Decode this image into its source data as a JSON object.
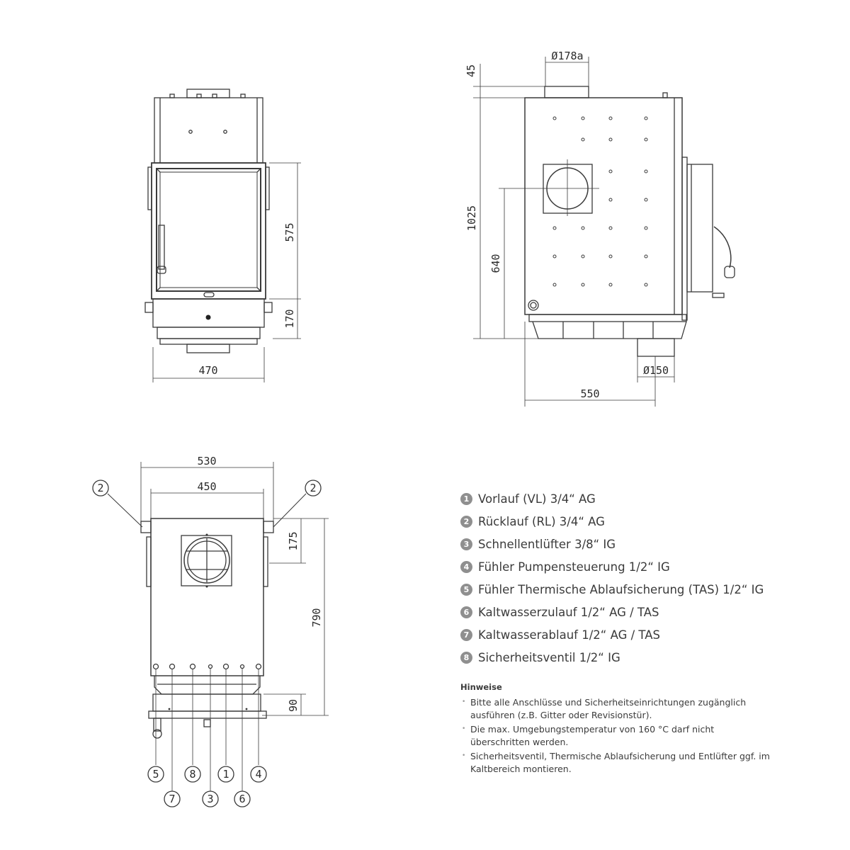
{
  "front_view": {
    "width_label": "470",
    "door_height_label": "575",
    "base_height_label": "170"
  },
  "side_view": {
    "flue_top_label": "Ø178a",
    "top_offset_label": "45",
    "total_height_label": "1025",
    "convection_height_label": "640",
    "flue_bottom_label": "Ø150",
    "depth_label": "550"
  },
  "bottom_view": {
    "outer_width_label": "530",
    "inner_width_label": "450",
    "pipe_offset_label": "175",
    "depth_label": "790",
    "base_depth_label": "90",
    "callouts": [
      "2",
      "2",
      "5",
      "7",
      "8",
      "3",
      "1",
      "6",
      "4"
    ]
  },
  "legend": [
    {
      "num": "1",
      "text": "Vorlauf (VL) 3/4“ AG"
    },
    {
      "num": "2",
      "text": "Rücklauf (RL) 3/4“ AG"
    },
    {
      "num": "3",
      "text": "Schnellentlüfter 3/8“ IG"
    },
    {
      "num": "4",
      "text": "Fühler Pumpensteuerung 1/2“ IG"
    },
    {
      "num": "5",
      "text": "Fühler Thermische Ablaufsicherung (TAS) 1/2“ IG"
    },
    {
      "num": "6",
      "text": "Kaltwasserzulauf 1/2“ AG / TAS"
    },
    {
      "num": "7",
      "text": "Kaltwasserablauf 1/2“ AG / TAS"
    },
    {
      "num": "8",
      "text": "Sicherheitsventil 1/2“ IG"
    }
  ],
  "notes": {
    "title": "Hinweise",
    "items": [
      "Bitte alle Anschlüsse und Sicherheitseinrichtungen zugänglich ausführen (z.B. Gitter oder Revisionstür).",
      "Die max. Umgebungstemperatur von 160 °C darf nicht überschritten werden.",
      "Sicherheitsventil, Thermische Ablaufsicherung und Entlüfter ggf. im Kaltbereich montieren."
    ]
  }
}
